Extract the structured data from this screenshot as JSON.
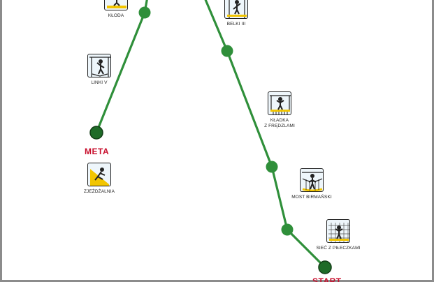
{
  "route": {
    "line_color": "#2f8f3a",
    "node_color": "#2f8f3a",
    "end_color": "#1f6b28"
  },
  "markers": {
    "finish": "META",
    "start": "START",
    "color": "#c8102e"
  },
  "stations": [
    {
      "id": "kloda",
      "label_lines": [
        "KŁODA"
      ],
      "icon": "log-beam-icon"
    },
    {
      "id": "belki",
      "label_lines": [
        "BELKI III"
      ],
      "icon": "beams-icon"
    },
    {
      "id": "linki",
      "label_lines": [
        "LINKI V"
      ],
      "icon": "rope-v-icon"
    },
    {
      "id": "kladka",
      "label_lines": [
        "KŁADKA",
        "Z FRĘDZLAMI"
      ],
      "icon": "fringe-bridge-icon"
    },
    {
      "id": "zjezdzalnia",
      "label_lines": [
        "ZJEŻDŻALNIA"
      ],
      "icon": "slide-icon"
    },
    {
      "id": "most",
      "label_lines": [
        "MOST BIRMAŃSKI"
      ],
      "icon": "burmese-bridge-icon"
    },
    {
      "id": "siec",
      "label_lines": [
        "SIEĆ Z PIŁECZKAMI"
      ],
      "icon": "net-balls-icon"
    }
  ]
}
